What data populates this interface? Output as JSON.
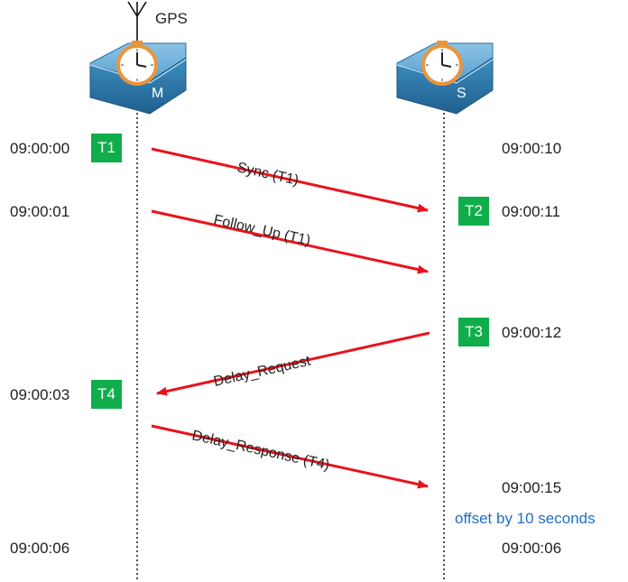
{
  "gps_label": "GPS",
  "master": {
    "letter": "M"
  },
  "slave": {
    "letter": "S"
  },
  "colors": {
    "arrow": "#e8141c",
    "badge": "#0fae4b",
    "note": "#1f6fc4",
    "device": "#3a8ab8"
  },
  "master_times": [
    "09:00:00",
    "09:00:01",
    "09:00:03",
    "09:00:06"
  ],
  "slave_times": [
    "09:00:10",
    "09:00:11",
    "09:00:12",
    "09:00:15",
    "09:00:06"
  ],
  "badges": {
    "t1": "T1",
    "t2": "T2",
    "t3": "T3",
    "t4": "T4"
  },
  "messages": [
    "Sync (T1)",
    "Follow_Up (T1)",
    "Delay_Request",
    "Delay_Response (T4)"
  ],
  "note": "offset by 10 seconds"
}
